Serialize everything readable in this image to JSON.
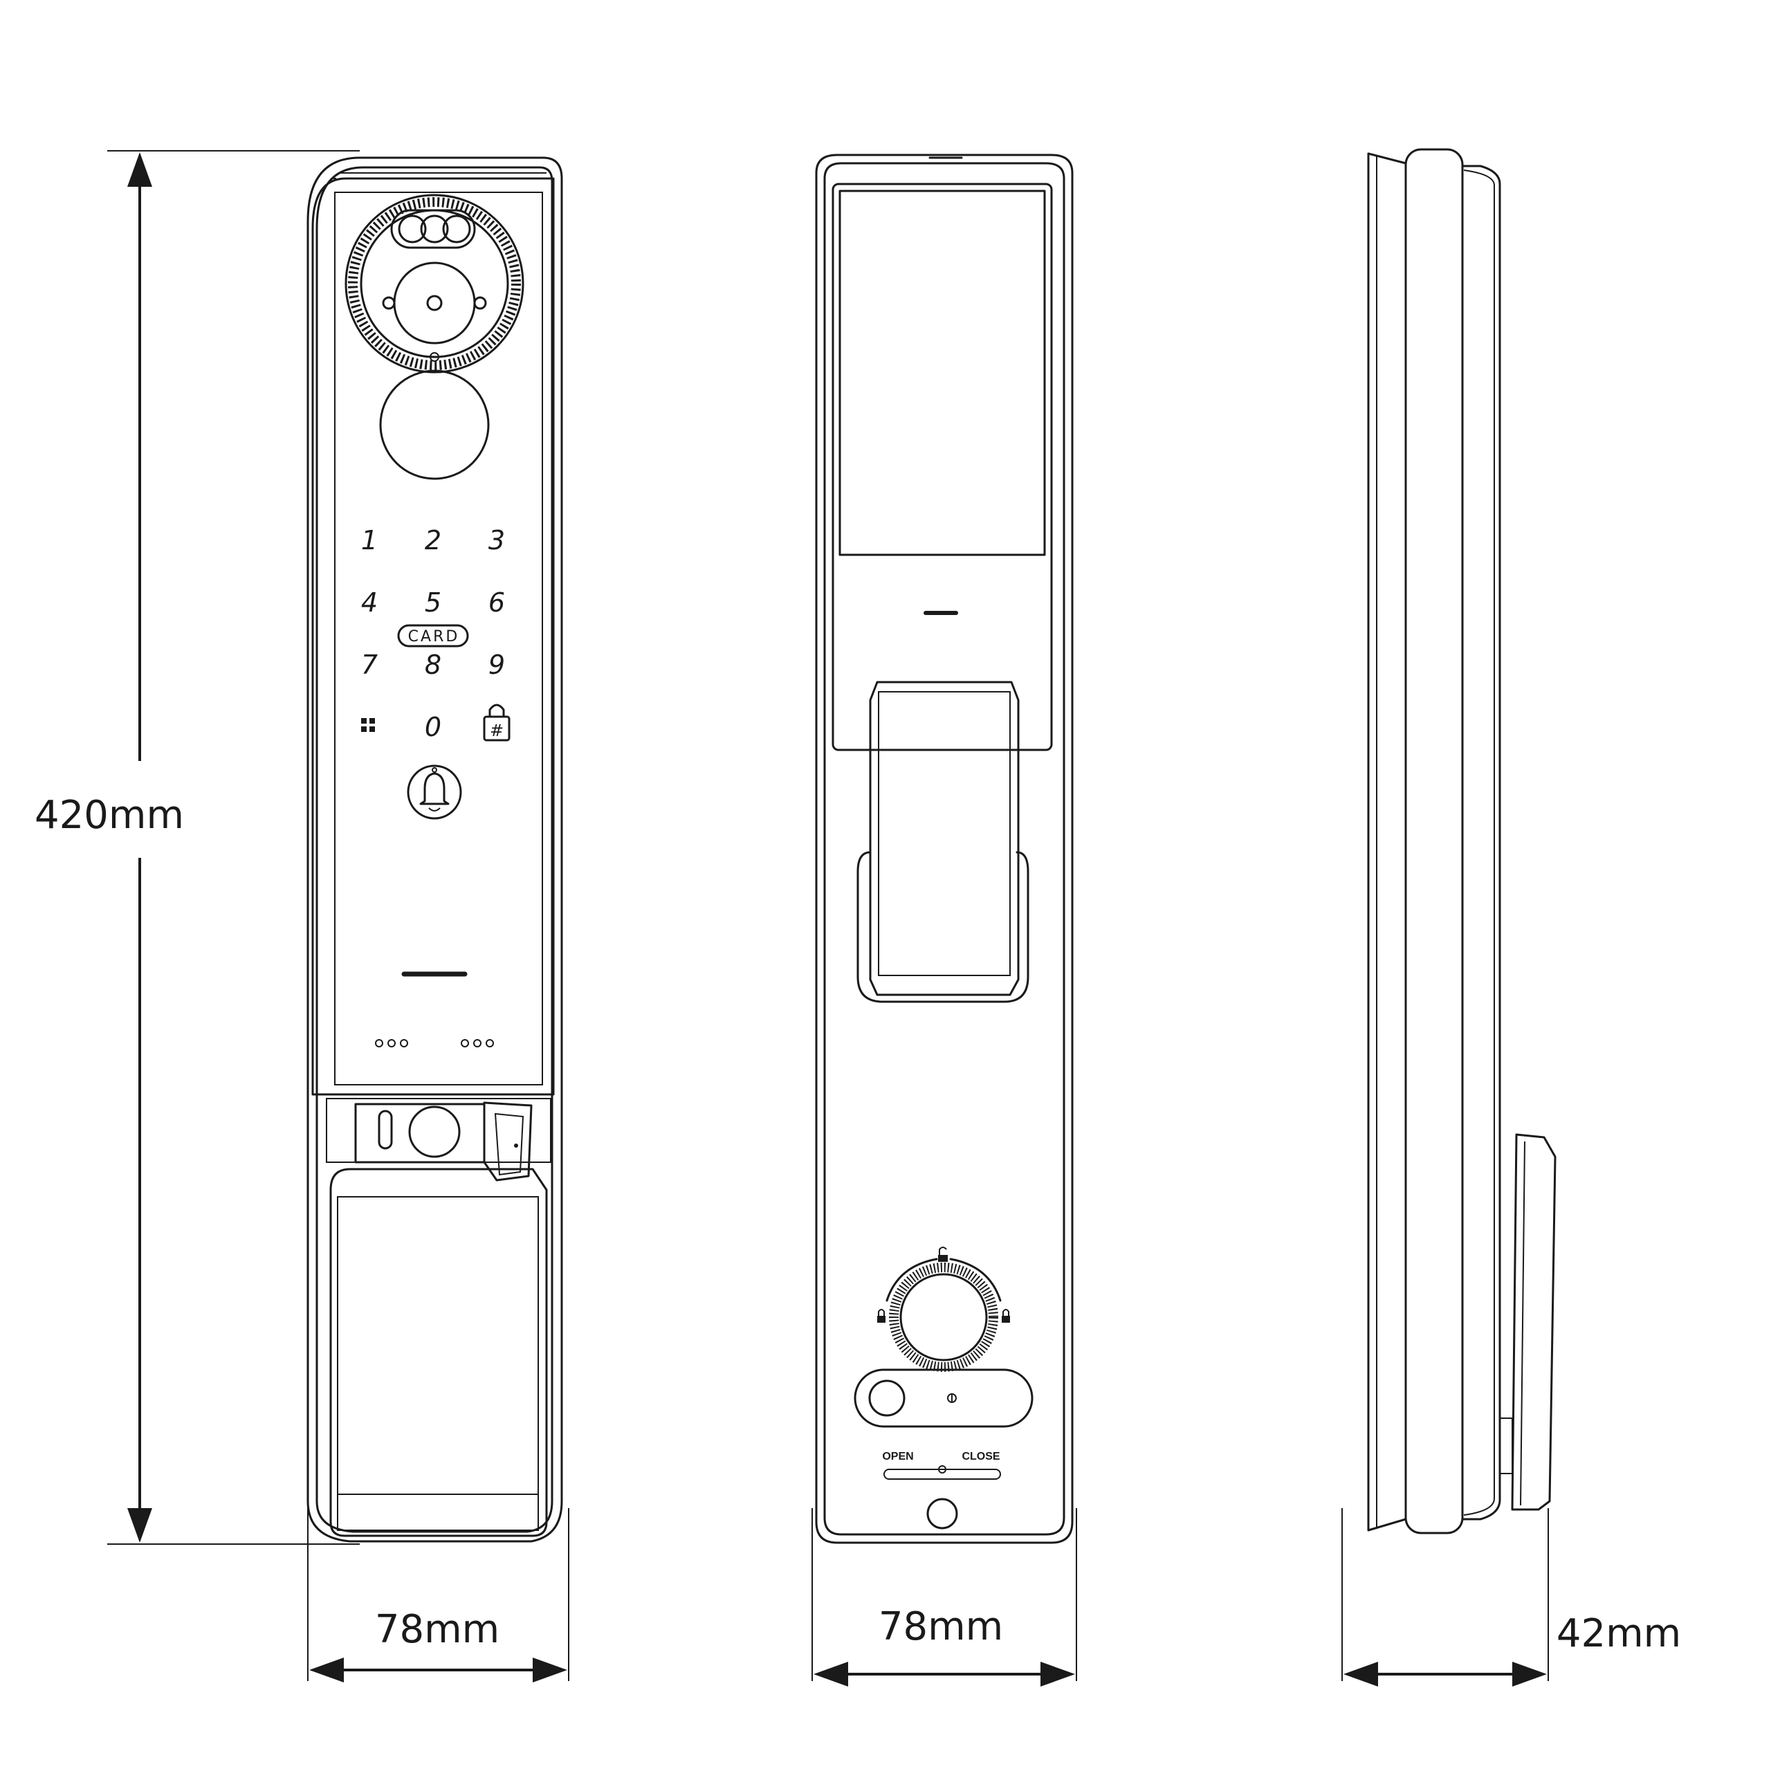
{
  "dimensions": {
    "height": "420mm",
    "front_width": "78mm",
    "back_width": "78mm",
    "side_depth": "42mm"
  },
  "keypad": {
    "keys": [
      "1",
      "2",
      "3",
      "4",
      "5",
      "6",
      "7",
      "8",
      "9",
      "0"
    ],
    "card_label": "CARD",
    "hash_symbol": "#"
  },
  "back_panel": {
    "open_label": "OPEN",
    "close_label": "CLOSE"
  }
}
